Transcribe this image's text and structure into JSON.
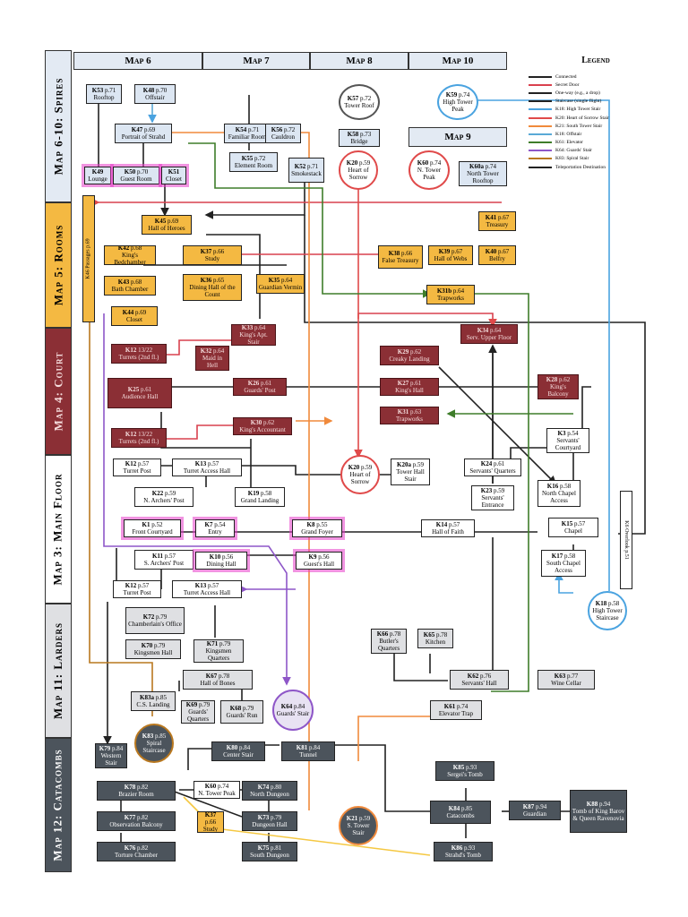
{
  "bands": [
    {
      "id": "spires",
      "label": "Map 6-10: Spires",
      "color": "#e3eaf3"
    },
    {
      "id": "rooms",
      "label": "Map 5: Rooms",
      "color": "#f4b942"
    },
    {
      "id": "court",
      "label": "Map 4: Court",
      "color": "#8b2f35"
    },
    {
      "id": "main",
      "label": "Map 3: Main Floor",
      "color": "#ffffff"
    },
    {
      "id": "larders",
      "label": "Map 11: Larders",
      "color": "#dfe0e3"
    },
    {
      "id": "catacombs",
      "label": "Map 12: Catacombs",
      "color": "#4c545c"
    }
  ],
  "column_headers": [
    "Map 6",
    "Map 7",
    "Map 8",
    "Map 10"
  ],
  "map9_label": "Map 9",
  "legend": {
    "title": "Legend",
    "items": [
      {
        "label": "Connected",
        "color": "#222222"
      },
      {
        "label": "Secret Door",
        "color": "#d9414e"
      },
      {
        "label": "One-way (e.g., a drop)",
        "color": "#222222"
      },
      {
        "label": "Staircase (single flight)",
        "color": "#222222"
      },
      {
        "label": "K18: High Tower Stair",
        "color": "#4aa3e0"
      },
      {
        "label": "K20: Heart of Sorrow Stair",
        "color": "#e04a4a"
      },
      {
        "label": "K21: South Tower Stair",
        "color": "#f08a3c"
      },
      {
        "label": "K18: Offstair",
        "color": "#5aa9d6"
      },
      {
        "label": "K61: Elevator",
        "color": "#3e7d2a"
      },
      {
        "label": "K64: Guards' Stair",
        "color": "#8e56c8"
      },
      {
        "label": "K83: Spiral Stair",
        "color": "#b9781f"
      },
      {
        "label": "Teleportation Destination",
        "color": "#222222"
      }
    ]
  },
  "side_labels": {
    "passages": "K46 Passages p.69",
    "overlook": "K6 Overlook p.51"
  },
  "nodes": {
    "K53": {
      "id": "K53",
      "page": "p.71",
      "name": "Rooftop"
    },
    "K48": {
      "id": "K48",
      "page": "p.70",
      "name": "Offstair"
    },
    "K57": {
      "id": "K57",
      "page": "p.72",
      "name": "Tower Roof"
    },
    "K59": {
      "id": "K59",
      "page": "p.74",
      "name": "High Tower Peak"
    },
    "K47": {
      "id": "K47",
      "page": "p.69",
      "name": "Portrait of Strahd"
    },
    "K54": {
      "id": "K54",
      "page": "p.71",
      "name": "Familiar Room"
    },
    "K56": {
      "id": "K56",
      "page": "p.72",
      "name": "Cauldron"
    },
    "K58": {
      "id": "K58",
      "page": "p.73",
      "name": "Bridge"
    },
    "K55": {
      "id": "K55",
      "page": "p.72",
      "name": "Element Room"
    },
    "K49": {
      "id": "K49",
      "page": "",
      "name": "Lounge"
    },
    "K50": {
      "id": "K50",
      "page": "p.70",
      "name": "Guest Room"
    },
    "K51": {
      "id": "K51",
      "page": "",
      "name": "Closet"
    },
    "K52": {
      "id": "K52",
      "page": "p.71",
      "name": "Smokestack"
    },
    "K20top": {
      "id": "K20",
      "page": "p.59",
      "name": "Heart of Sorrow"
    },
    "K60": {
      "id": "K60",
      "page": "p.74",
      "name": "N. Tower Peak"
    },
    "K60a": {
      "id": "K60a",
      "page": "p.74",
      "name": "North Tower Rooftop"
    },
    "K45": {
      "id": "K45",
      "page": "p.69",
      "name": "Hall of Heroes"
    },
    "K41": {
      "id": "K41",
      "page": "p.67",
      "name": "Treasury"
    },
    "K42": {
      "id": "K42",
      "page": "p.68",
      "name": "King's Bedchamber"
    },
    "K37": {
      "id": "K37",
      "page": "p.66",
      "name": "Study"
    },
    "K38": {
      "id": "K38",
      "page": "p.66",
      "name": "False Treasury"
    },
    "K39": {
      "id": "K39",
      "page": "p.67",
      "name": "Hall of Webs"
    },
    "K40": {
      "id": "K40",
      "page": "p.67",
      "name": "Belfry"
    },
    "K43": {
      "id": "K43",
      "page": "p.68",
      "name": "Bath Chamber"
    },
    "K36": {
      "id": "K36",
      "page": "p.65",
      "name": "Dining Hall of the Count"
    },
    "K35": {
      "id": "K35",
      "page": "p.64",
      "name": "Guardian Vermin"
    },
    "K31b": {
      "id": "K31b",
      "page": "p.64",
      "name": "Trapworks"
    },
    "K44": {
      "id": "K44",
      "page": "p.69",
      "name": "Closet"
    },
    "K33": {
      "id": "K33",
      "page": "p.64",
      "name": "King's Apt. Stair"
    },
    "K34": {
      "id": "K34",
      "page": "p.64",
      "name": "Serv. Upper Floor"
    },
    "K12c1": {
      "id": "K12",
      "page": "13/22",
      "name": "Turrets (2nd fl.)"
    },
    "K32": {
      "id": "K32",
      "page": "p.64",
      "name": "Maid in Hell"
    },
    "K29": {
      "id": "K29",
      "page": "p.62",
      "name": "Creaky Landing"
    },
    "K25": {
      "id": "K25",
      "page": "p.61",
      "name": "Audience Hall"
    },
    "K26": {
      "id": "K26",
      "page": "p.61",
      "name": "Guards' Post"
    },
    "K27": {
      "id": "K27",
      "page": "p.61",
      "name": "King's Hall"
    },
    "K28": {
      "id": "K28",
      "page": "p.62",
      "name": "King's Balcony"
    },
    "K31": {
      "id": "K31",
      "page": "p.63",
      "name": "Trapworks"
    },
    "K30": {
      "id": "K30",
      "page": "p.62",
      "name": "King's Accountant"
    },
    "K12c2": {
      "id": "K12",
      "page": "13/22",
      "name": "Turrets (2nd fl.)"
    },
    "K3": {
      "id": "K3",
      "page": "p.54",
      "name": "Servants' Courtyard"
    },
    "K12a": {
      "id": "K12",
      "page": "p.57",
      "name": "Turret Post"
    },
    "K13a": {
      "id": "K13",
      "page": "p.57",
      "name": "Turret Access Hall"
    },
    "K20mid": {
      "id": "K20",
      "page": "p.59",
      "name": "Heart of Sorrow"
    },
    "K20a": {
      "id": "K20a",
      "page": "p.59",
      "name": "Tower Hall Stair"
    },
    "K24": {
      "id": "K24",
      "page": "p.61",
      "name": "Servants' Quarters"
    },
    "K22": {
      "id": "K22",
      "page": "p.59",
      "name": "N. Archers' Post"
    },
    "K19": {
      "id": "K19",
      "page": "p.58",
      "name": "Grand Landing"
    },
    "K23": {
      "id": "K23",
      "page": "p.59",
      "name": "Servants' Entrance"
    },
    "K16": {
      "id": "K16",
      "page": "p.58",
      "name": "North Chapel Access"
    },
    "K1": {
      "id": "K1",
      "page": "p.52",
      "name": "Front Courtyard"
    },
    "K7": {
      "id": "K7",
      "page": "p.54",
      "name": "Entry"
    },
    "K8": {
      "id": "K8",
      "page": "p.55",
      "name": "Grand Foyer"
    },
    "K14": {
      "id": "K14",
      "page": "p.57",
      "name": "Hall of Faith"
    },
    "K15": {
      "id": "K15",
      "page": "p.57",
      "name": "Chapel"
    },
    "K11": {
      "id": "K11",
      "page": "p.57",
      "name": "S. Archers' Post"
    },
    "K10": {
      "id": "K10",
      "page": "p.56",
      "name": "Dining Hall"
    },
    "K9": {
      "id": "K9",
      "page": "p.56",
      "name": "Guest's Hall"
    },
    "K17": {
      "id": "K17",
      "page": "p.58",
      "name": "South Chapel Access"
    },
    "K12b": {
      "id": "K12",
      "page": "p.57",
      "name": "Turret Post"
    },
    "K13b": {
      "id": "K13",
      "page": "p.57",
      "name": "Turret Access Hall"
    },
    "K18": {
      "id": "K18",
      "page": "p.58",
      "name": "High Tower Staircase"
    },
    "K72": {
      "id": "K72",
      "page": "p.79",
      "name": "Chamberlain's Office"
    },
    "K66": {
      "id": "K66",
      "page": "p.78",
      "name": "Butler's Quarters"
    },
    "K65": {
      "id": "K65",
      "page": "p.78",
      "name": "Kitchen"
    },
    "K70": {
      "id": "K70",
      "page": "p.79",
      "name": "Kingsmen Hall"
    },
    "K71": {
      "id": "K71",
      "page": "p.79",
      "name": "Kingsmen Quarters"
    },
    "K67": {
      "id": "K67",
      "page": "p.78",
      "name": "Hall of Bones"
    },
    "K62": {
      "id": "K62",
      "page": "p.76",
      "name": "Servants' Hall"
    },
    "K63": {
      "id": "K63",
      "page": "p.77",
      "name": "Wine Cellar"
    },
    "K83a": {
      "id": "K83a",
      "page": "p.85",
      "name": "C.S. Landing"
    },
    "K69": {
      "id": "K69",
      "page": "p.79",
      "name": "Guards' Quarters"
    },
    "K68": {
      "id": "K68",
      "page": "p.79",
      "name": "Guards' Run"
    },
    "K64": {
      "id": "K64",
      "page": "p.84",
      "name": "Guards' Stair"
    },
    "K61": {
      "id": "K61",
      "page": "p.74",
      "name": "Elevator Trap"
    },
    "K83": {
      "id": "K83",
      "page": "p.85",
      "name": "Spiral Staircase"
    },
    "K79": {
      "id": "K79",
      "page": "p.84",
      "name": "Western Stair"
    },
    "K80": {
      "id": "K80",
      "page": "p.84",
      "name": "Center Stair"
    },
    "K81": {
      "id": "K81",
      "page": "p.84",
      "name": "Tunnel"
    },
    "K85": {
      "id": "K85",
      "page": "p.93",
      "name": "Sergei's Tomb"
    },
    "K78": {
      "id": "K78",
      "page": "p.82",
      "name": "Brazier Room"
    },
    "K60b": {
      "id": "K60",
      "page": "p.74",
      "name": "N. Tower Peak"
    },
    "K74": {
      "id": "K74",
      "page": "p.80",
      "name": "North Dungeon"
    },
    "K84": {
      "id": "K84",
      "page": "p.85",
      "name": "Catacombs"
    },
    "K87": {
      "id": "K87",
      "page": "p.94",
      "name": "Guardian"
    },
    "K88": {
      "id": "K88",
      "page": "p.94",
      "name": "Tomb of King Barov & Queen Ravenovia"
    },
    "K77": {
      "id": "K77",
      "page": "p.82",
      "name": "Observation Balcony"
    },
    "K37b": {
      "id": "K37",
      "page": "p.66",
      "name": "Study"
    },
    "K73": {
      "id": "K73",
      "page": "p.79",
      "name": "Dungeon Hall"
    },
    "K21": {
      "id": "K21",
      "page": "p.59",
      "name": "S. Tower Stair"
    },
    "K76": {
      "id": "K76",
      "page": "p.82",
      "name": "Torture Chamber"
    },
    "K75": {
      "id": "K75",
      "page": "p.81",
      "name": "South Dungeon"
    },
    "K86": {
      "id": "K86",
      "page": "p.93",
      "name": "Strahd's Tomb"
    }
  }
}
